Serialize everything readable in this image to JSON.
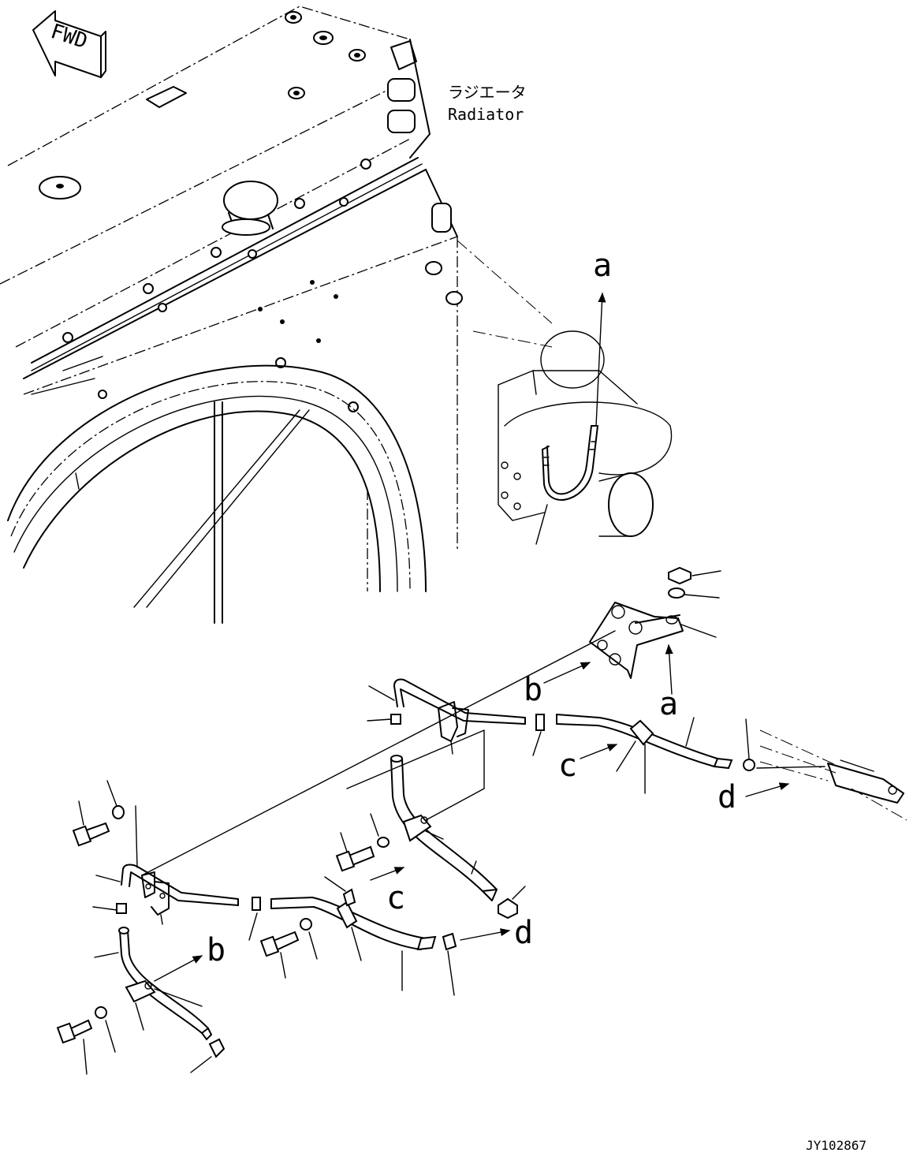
{
  "fwd_badge": "FWD",
  "radiator_label_jp": "ラジエータ",
  "radiator_label_en": "Radiator",
  "callouts": {
    "a_upper": "a",
    "a_lower": "a",
    "b_upper": "b",
    "b_lower": "b",
    "c_right": "c",
    "c_middle": "c",
    "d_right": "d",
    "d_middle": "d"
  },
  "figure_id": "JY102867"
}
